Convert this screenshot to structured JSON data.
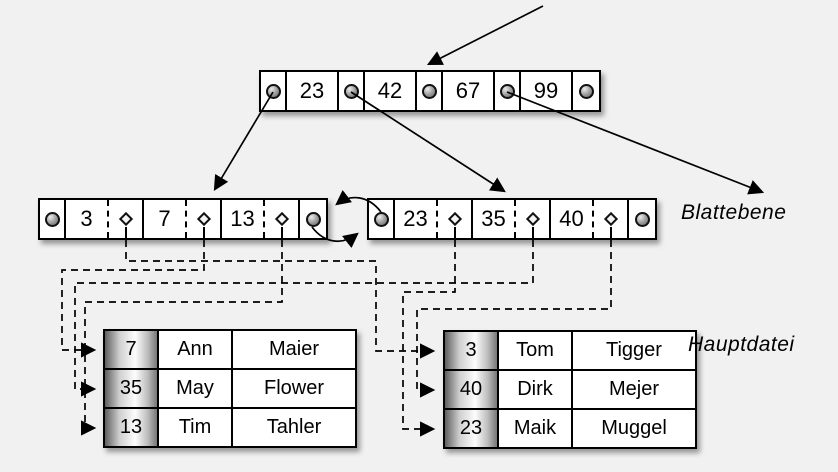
{
  "colors": {
    "background": "#f1f1f1",
    "node_fill": "#ffffff",
    "line": "#000000",
    "id_column_gradient": [
      "#5f5f5f",
      "#fdfdfd",
      "#787878"
    ]
  },
  "labels": {
    "leaf_level": "Blattebene",
    "main_file": "Hauptdatei"
  },
  "tree": {
    "root": {
      "keys": [
        "23",
        "42",
        "67",
        "99"
      ]
    },
    "leaves": [
      {
        "keys": [
          "3",
          "7",
          "13"
        ]
      },
      {
        "keys": [
          "23",
          "35",
          "40"
        ]
      }
    ]
  },
  "tables": [
    {
      "rows": [
        [
          "7",
          "Ann",
          "Maier"
        ],
        [
          "35",
          "May",
          "Flower"
        ],
        [
          "13",
          "Tim",
          "Tahler"
        ]
      ]
    },
    {
      "rows": [
        [
          "3",
          "Tom",
          "Tigger"
        ],
        [
          "40",
          "Dirk",
          "Mejer"
        ],
        [
          "23",
          "Maik",
          "Muggel"
        ]
      ]
    }
  ],
  "icons": {
    "page_pointer": "sphere-pointer-icon",
    "record_pointer": "diamond-pointer-icon"
  }
}
